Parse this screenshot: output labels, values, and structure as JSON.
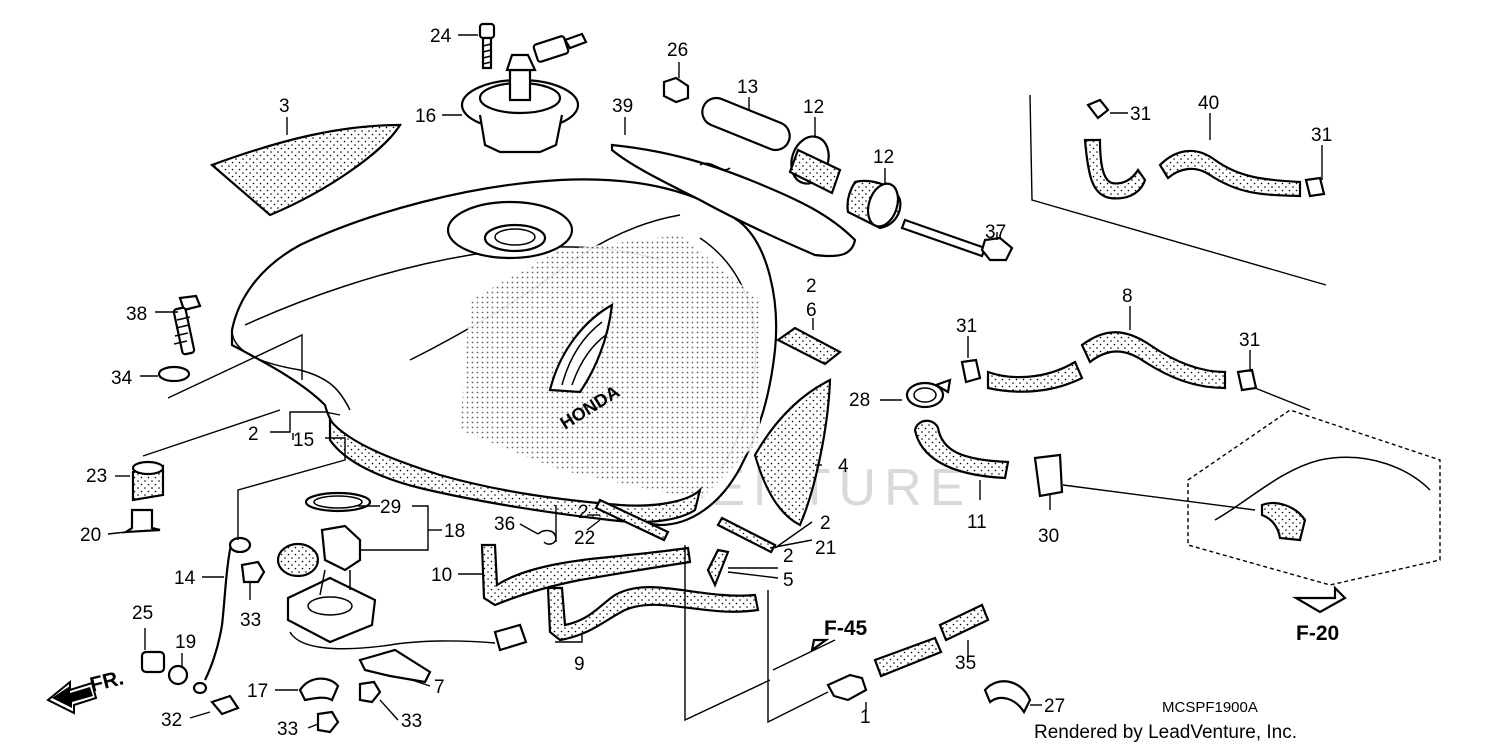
{
  "diagram": {
    "part_numbers": {
      "p1": "1",
      "p2": "2",
      "p3": "3",
      "p4": "4",
      "p5": "5",
      "p6": "6",
      "p7": "7",
      "p8": "8",
      "p9": "9",
      "p10": "10",
      "p11": "11",
      "p12a": "12",
      "p12b": "12",
      "p13": "13",
      "p14": "14",
      "p15": "15",
      "p16": "16",
      "p17": "17",
      "p18": "18",
      "p19": "19",
      "p20": "20",
      "p21": "21",
      "p22": "22",
      "p23": "23",
      "p24": "24",
      "p25": "25",
      "p26": "26",
      "p27": "27",
      "p28": "28",
      "p29": "29",
      "p30": "30",
      "p31a": "31",
      "p31b": "31",
      "p31c": "31",
      "p31d": "31",
      "p32": "32",
      "p33a": "33",
      "p33b": "33",
      "p33c": "33",
      "p34": "34",
      "p35": "35",
      "p36": "36",
      "p37": "37",
      "p38": "38",
      "p39": "39",
      "p40": "40",
      "p2_15": "2",
      "p2_6": "2",
      "p2_22": "2",
      "p2_21": "2",
      "p2_5": "2"
    },
    "references": {
      "f45": "F-45",
      "f20": "F-20",
      "front": "FR."
    },
    "diagram_code": "MCSPF1900A",
    "credit": "Rendered by LeadVenture, Inc.",
    "tank_emblem": "HONDA",
    "watermark": "LEADVENTURE"
  }
}
